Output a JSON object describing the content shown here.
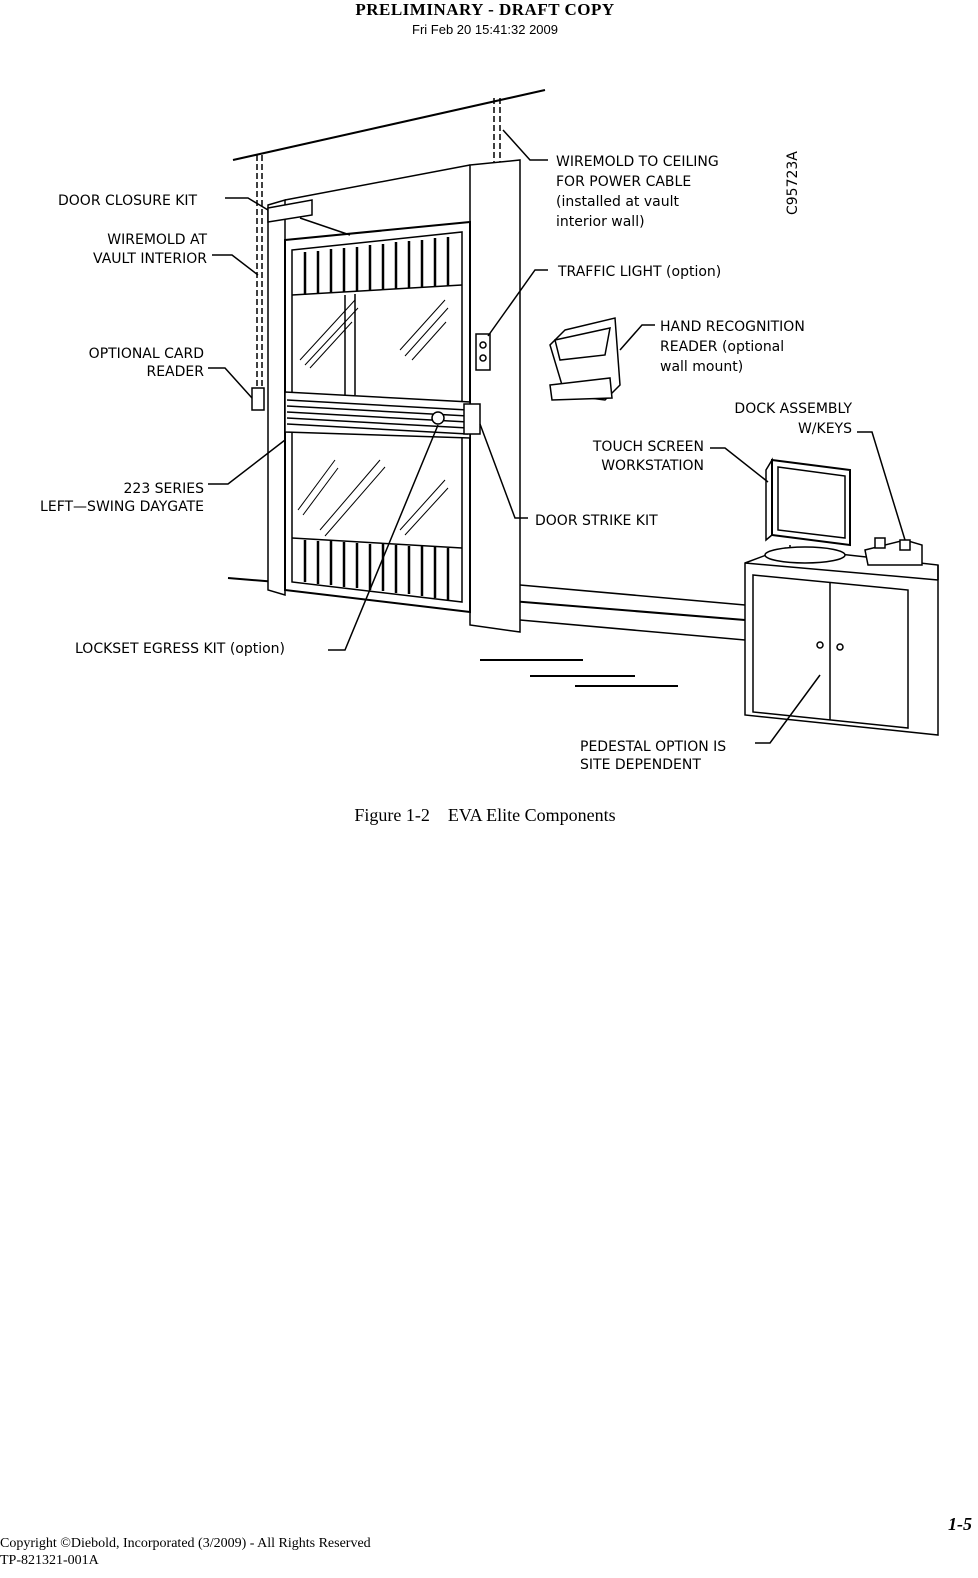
{
  "header": {
    "title": "PRELIMINARY - DRAFT COPY",
    "date": "Fri Feb 20 15:41:32 2009"
  },
  "figure": {
    "drawing_code": "C95723A",
    "callouts": {
      "door_closure_kit": [
        "DOOR  CLOSURE  KIT"
      ],
      "wiremold_vault": [
        "WIREMOLD  AT",
        "VAULT  INTERIOR"
      ],
      "optional_card_reader": [
        "OPTIONAL  CARD",
        "READER"
      ],
      "daygate": [
        "223  SERIES",
        "LEFT—SWING  DAYGATE"
      ],
      "lockset_egress_kit": [
        "LOCKSET  EGRESS  KIT  (option)"
      ],
      "wiremold_ceiling": [
        "WIREMOLD  TO  CEILING",
        "FOR  POWER  CABLE",
        "(installed  at  vault",
        "interior  wall)"
      ],
      "traffic_light": [
        "TRAFFIC  LIGHT  (option)"
      ],
      "hand_recognition_reader": [
        "HAND  RECOGNITION",
        "READER  (optional",
        "wall  mount)"
      ],
      "dock_assembly": [
        "DOCK  ASSEMBLY",
        "W/KEYS"
      ],
      "touch_screen_workstation": [
        "TOUCH  SCREEN",
        "WORKSTATION"
      ],
      "door_strike_kit": [
        "DOOR  STRIKE  KIT"
      ],
      "pedestal_option": [
        "PEDESTAL  OPTION  IS",
        "SITE  DEPENDENT"
      ]
    }
  },
  "caption": {
    "number": "Figure  1-2",
    "text": "EVA Elite Components"
  },
  "footer": {
    "page_number": "1-5",
    "copyright": "Copyright ©Diebold, Incorporated (3/2009) - All Rights Reserved",
    "doc_id": "TP-821321-001A"
  }
}
